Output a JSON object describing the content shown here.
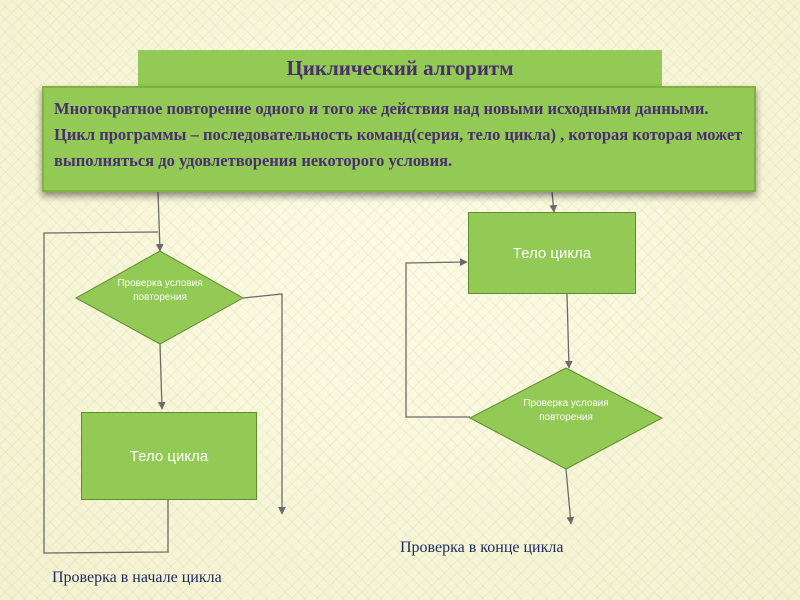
{
  "title": "Циклический алгоритм",
  "description": "Многократное повторение одного и того же действия над новыми исходными данными. Цикл программы – последовательность команд(серия, тело цикла) , которая которая может выполняться до удовлетворения некоторого условия.",
  "left_flow": {
    "condition": "Проверка условия повторения",
    "body": "Тело цикла",
    "caption": "Проверка в начале цикла"
  },
  "right_flow": {
    "body": "Тело цикла",
    "condition": "Проверка условия повторения",
    "caption": "Проверка в конце цикла"
  },
  "colors": {
    "shape_fill": "#93c955",
    "title_text": "#4a2f6e",
    "caption_text": "#1a2a5e",
    "connector": "#6b6b6b"
  }
}
